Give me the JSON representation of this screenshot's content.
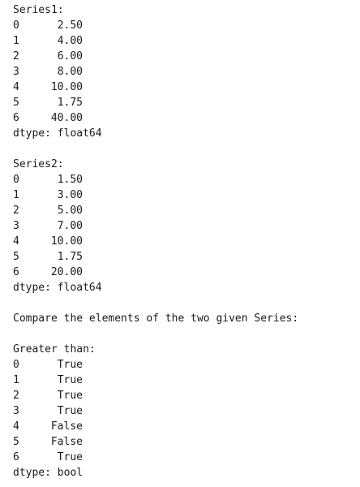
{
  "series1": {
    "header": "Series1:",
    "rows": [
      {
        "index": "0",
        "value": "2.50"
      },
      {
        "index": "1",
        "value": "4.00"
      },
      {
        "index": "2",
        "value": "6.00"
      },
      {
        "index": "3",
        "value": "8.00"
      },
      {
        "index": "4",
        "value": "10.00"
      },
      {
        "index": "5",
        "value": "1.75"
      },
      {
        "index": "6",
        "value": "40.00"
      }
    ],
    "dtype": "dtype: float64"
  },
  "series2": {
    "header": "Series2:",
    "rows": [
      {
        "index": "0",
        "value": "1.50"
      },
      {
        "index": "1",
        "value": "3.00"
      },
      {
        "index": "2",
        "value": "5.00"
      },
      {
        "index": "3",
        "value": "7.00"
      },
      {
        "index": "4",
        "value": "10.00"
      },
      {
        "index": "5",
        "value": "1.75"
      },
      {
        "index": "6",
        "value": "20.00"
      }
    ],
    "dtype": "dtype: float64"
  },
  "compare_text": "Compare the elements of the two given Series:",
  "greater_than": {
    "header": "Greater than:",
    "rows": [
      {
        "index": "0",
        "value": "True"
      },
      {
        "index": "1",
        "value": "True"
      },
      {
        "index": "2",
        "value": "True"
      },
      {
        "index": "3",
        "value": "True"
      },
      {
        "index": "4",
        "value": "False"
      },
      {
        "index": "5",
        "value": "False"
      },
      {
        "index": "6",
        "value": "True"
      }
    ],
    "dtype": "dtype: bool"
  }
}
